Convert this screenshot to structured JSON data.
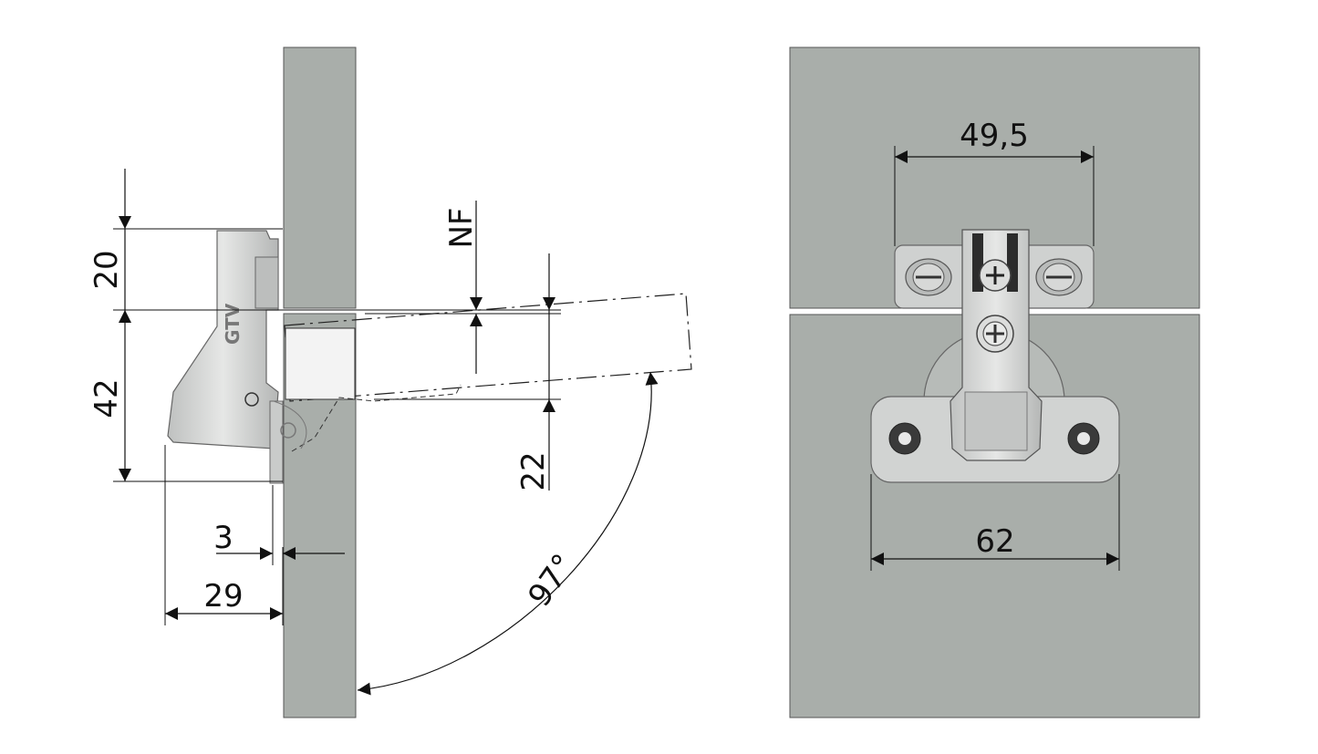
{
  "side_view": {
    "brand": "GTV",
    "dims": {
      "d20": "20",
      "d42": "42",
      "nf": "NF",
      "d22": "22",
      "d3": "3",
      "d29": "29",
      "angle": "97°"
    }
  },
  "front_view": {
    "dims": {
      "d49_5": "49,5",
      "d62": "62"
    }
  },
  "colors": {
    "panel": "#a9aeaa",
    "hinge_metal": "#d4d6d5",
    "line": "#111111"
  }
}
